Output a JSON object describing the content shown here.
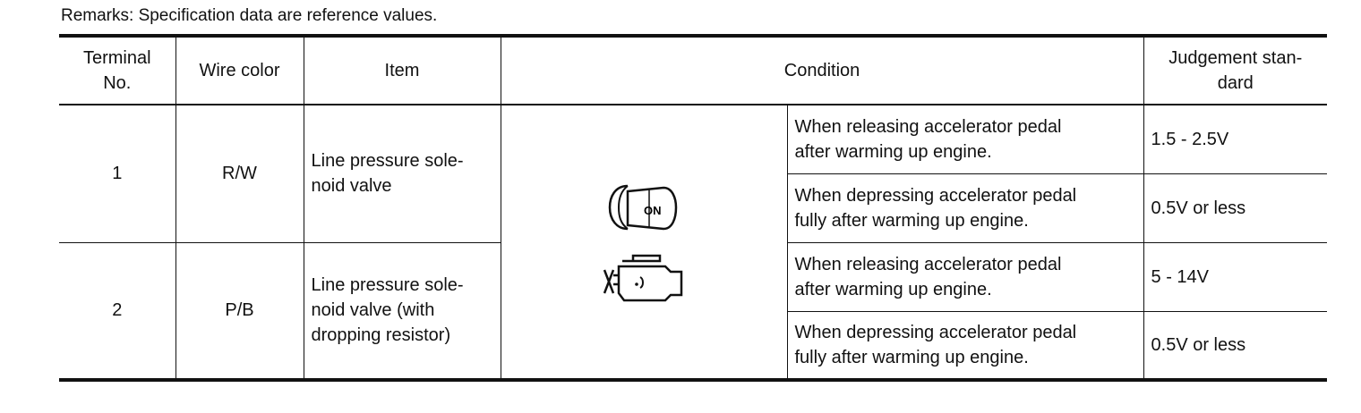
{
  "remarks": "Remarks: Specification data are reference values.",
  "headers": {
    "terminal": [
      "Terminal",
      "No."
    ],
    "wire_color": "Wire color",
    "item": "Item",
    "condition": "Condition",
    "judgement": [
      "Judgement stan-",
      "dard"
    ]
  },
  "icons": {
    "ignition": "ignition-key-on-icon",
    "ignition_text": "ON",
    "engine": "engine-running-icon"
  },
  "rows": [
    {
      "terminal": "1",
      "wire_color": "R/W",
      "item": [
        "Line pressure sole-",
        "noid valve"
      ],
      "conditions": [
        {
          "text": [
            "When releasing accelerator pedal",
            "after warming up engine."
          ],
          "value": "1.5 - 2.5V"
        },
        {
          "text": [
            "When depressing accelerator pedal",
            "fully after warming up engine."
          ],
          "value": "0.5V or less"
        }
      ]
    },
    {
      "terminal": "2",
      "wire_color": "P/B",
      "item": [
        "Line pressure sole-",
        "noid valve (with",
        "dropping resistor)"
      ],
      "conditions": [
        {
          "text": [
            "When releasing accelerator pedal",
            "after warming up engine."
          ],
          "value": "5 - 14V"
        },
        {
          "text": [
            "When depressing accelerator pedal",
            "fully after warming up engine."
          ],
          "value": "0.5V or less"
        }
      ]
    }
  ]
}
